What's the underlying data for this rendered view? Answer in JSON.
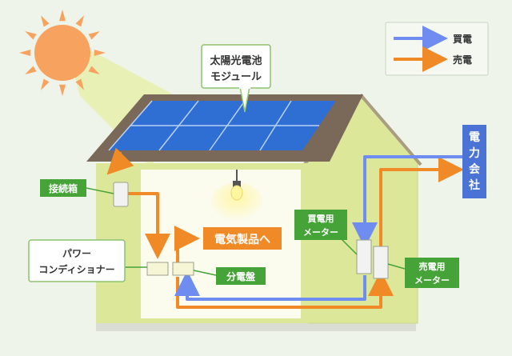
{
  "legend": {
    "buy": "買電",
    "sell": "売電"
  },
  "labels": {
    "solar_panel_line1": "太陽光電池",
    "solar_panel_line2": "モジュール",
    "junction_box": "接続箱",
    "power_conditioner_line1": "パワー",
    "power_conditioner_line2": "コンディショナー",
    "appliances": "電気製品へ",
    "distribution_board": "分電盤",
    "buy_meter_line1": "買電用",
    "buy_meter_line2": "メーター",
    "sell_meter_line1": "売電用",
    "sell_meter_line2": "メーター",
    "power_company": "電力会社"
  },
  "colors": {
    "background": "#eef4ea",
    "buy_flow": "#6f8cf0",
    "sell_flow": "#f08a26",
    "label_green": "#46a338",
    "company_blue": "#4b73d6",
    "house_wall": "#dce79a",
    "roof": "#7a6958",
    "panel": "#2f6fd3",
    "sun": "#f7a25e"
  }
}
